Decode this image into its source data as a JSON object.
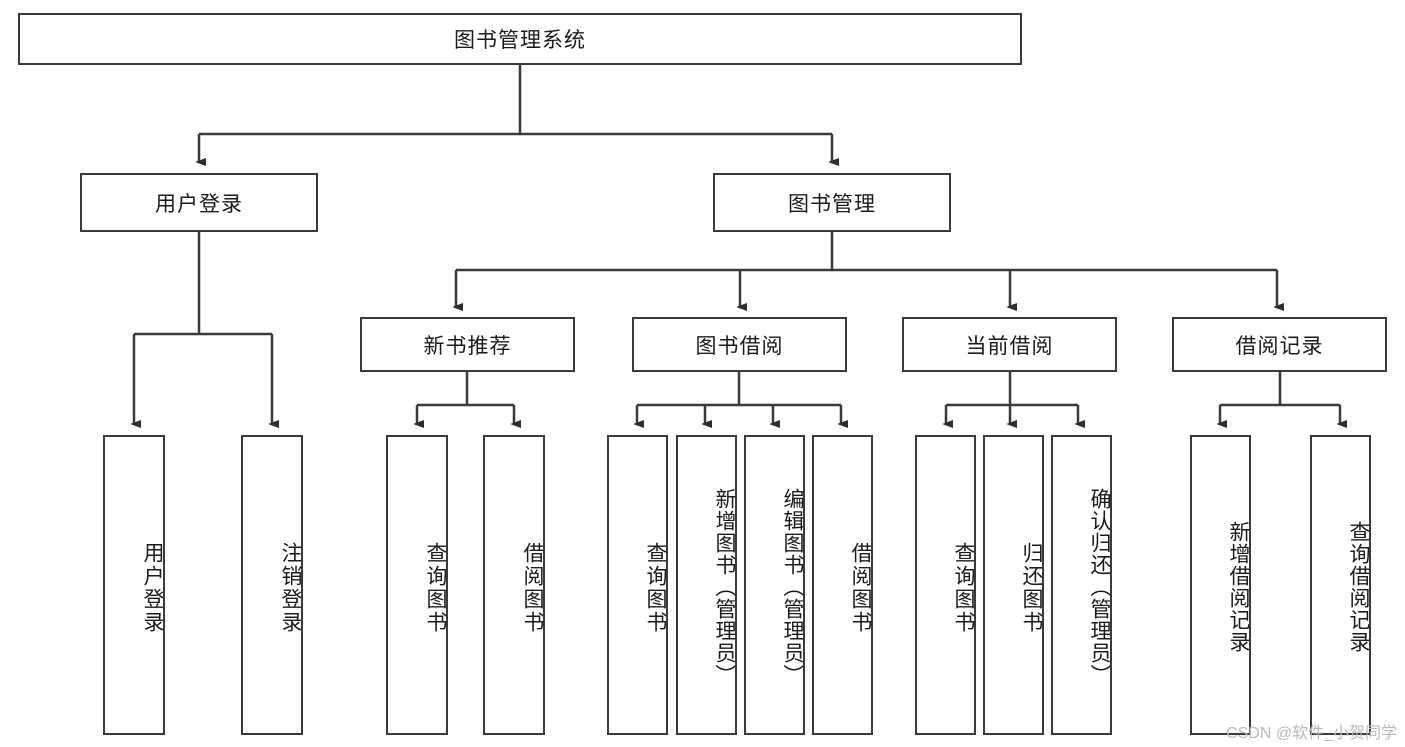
{
  "diagram": {
    "type": "hierarchy-tree",
    "title": "图书管理系统",
    "watermark": "CSDN @软件_小贺同学",
    "colors": {
      "stroke": "#3a3a3a",
      "fill": "#ffffff",
      "text": "#1b1b1b",
      "watermark": "#b9b9b9"
    },
    "root": {
      "label": "图书管理系统"
    },
    "level2": [
      {
        "label": "用户登录"
      },
      {
        "label": "图书管理"
      }
    ],
    "level3": [
      {
        "label": "新书推荐"
      },
      {
        "label": "图书借阅"
      },
      {
        "label": "当前借阅"
      },
      {
        "label": "借阅记录"
      }
    ],
    "leaves": {
      "user_login": [
        {
          "label": "用户登录"
        },
        {
          "label": "注销登录"
        }
      ],
      "new_book_recommend": [
        {
          "label": "查询图书"
        },
        {
          "label": "借阅图书"
        }
      ],
      "book_borrow": [
        {
          "label": "查询图书"
        },
        {
          "label": "新增图书（管理员）"
        },
        {
          "label": "编辑图书（管理员）"
        },
        {
          "label": "借阅图书"
        }
      ],
      "current_borrow": [
        {
          "label": "查询图书"
        },
        {
          "label": "归还图书"
        },
        {
          "label": "确认归还（管理员）"
        }
      ],
      "borrow_records": [
        {
          "label": "新增借阅记录"
        },
        {
          "label": "查询借阅记录"
        }
      ]
    }
  }
}
